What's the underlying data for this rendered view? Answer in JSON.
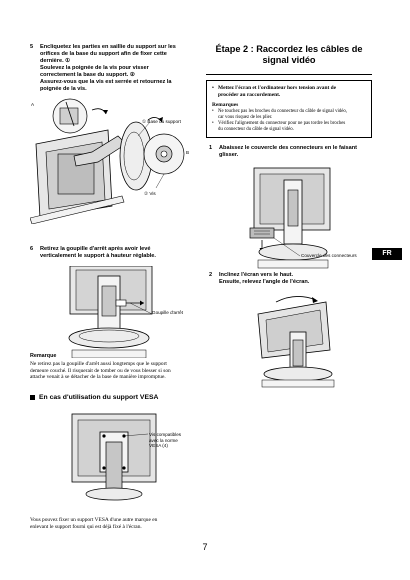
{
  "left": {
    "step5": {
      "num": "5",
      "line1": "Encliquetez les parties en saillie du support sur les",
      "line2": "orifices de la base du support afin de fixer cette",
      "line3": "dernière.  ①",
      "line4": "Soulevez la poignée de la vis pour visser",
      "line5": "correctement la base du support.  ②",
      "line6": "Assurez-vous que la vis est serrée et retournez la",
      "line7": "poignée de la vis.",
      "callout_base": "① Base du support",
      "callout_screw": "② Vis",
      "mark_a": "A",
      "mark_b": "B"
    },
    "step6": {
      "num": "6",
      "line1": "Retirez la goupille d'arrêt après avoir levé",
      "line2": "verticalement le support à hauteur réglable.",
      "callout_pin": "Goupille d'arrêt"
    },
    "remark": {
      "title": "Remarque",
      "line1": "Ne retirez pas la goupille d'arrêt aussi longtemps que le support",
      "line2": "demeure couché. Il risquerait de tomber ou de vous blesser si son",
      "line3": "attache venait à se détacher de la base de manière impromptue."
    },
    "vesa": {
      "heading": "En cas d'utilisation du support VESA",
      "callout_l1": "Vis compatibles",
      "callout_l2": "avec la norme",
      "callout_l3": "VESA (4)",
      "text1": "Vous pouvez fixer un support VESA d'une autre marque en",
      "text2": "enlevant le support fourni qui est déjà fixé à l'écran."
    }
  },
  "right": {
    "title_line1": "Étape 2 : Raccordez les câbles de",
    "title_line2": "signal vidéo",
    "notice": {
      "bullet1_l1": "Mettez l'écran et l'ordinateur hors tension avant de",
      "bullet1_l2": "procéder au raccordement.",
      "remarks_title": "Remarques",
      "bullet2_l1": "Ne touchez pas les broches du connecteur du câble de signal vidéo,",
      "bullet2_l2": "car vous risquez de les plier.",
      "bullet3_l1": "Vérifiez l'alignement du connecteur pour ne pas tordre les broches",
      "bullet3_l2": "du connecteur du câble de signal vidéo."
    },
    "step1": {
      "num": "1",
      "line1": "Abaissez le couvercle des connecteurs en le faisant",
      "line2": "glisser.",
      "callout": "Couvercle des connecteurs"
    },
    "step2": {
      "num": "2",
      "line1": "Inclinez l'écran vers le haut.",
      "line2": "Ensuite, relevez l'angle de l'écran."
    }
  },
  "side_tab": "FR",
  "page_number": "7"
}
